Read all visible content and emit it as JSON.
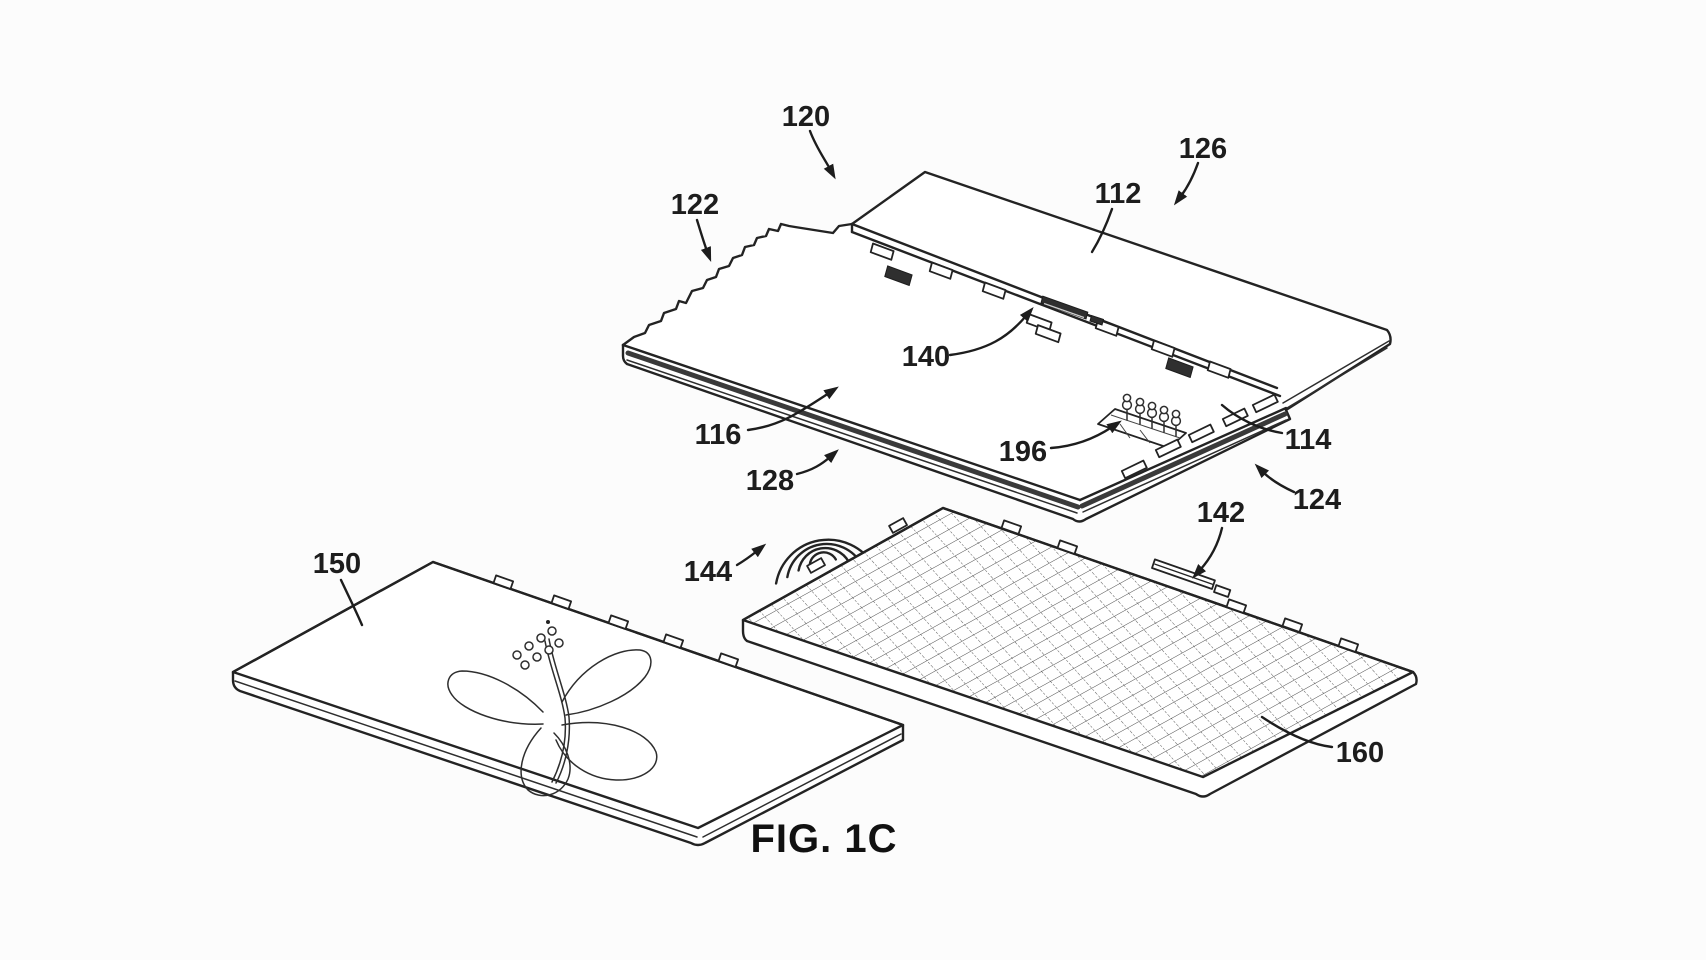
{
  "figure": {
    "caption": "FIG. 1C"
  },
  "colors": {
    "ink": "#232323",
    "background": "#fcfcfc"
  },
  "icons": [
    {
      "name": "wireless-signal-icon"
    },
    {
      "name": "flower-illustration"
    }
  ],
  "reference_labels": [
    {
      "ref": "120"
    },
    {
      "ref": "122"
    },
    {
      "ref": "126"
    },
    {
      "ref": "112"
    },
    {
      "ref": "140"
    },
    {
      "ref": "116"
    },
    {
      "ref": "128"
    },
    {
      "ref": "196"
    },
    {
      "ref": "114"
    },
    {
      "ref": "124"
    },
    {
      "ref": "144"
    },
    {
      "ref": "142"
    },
    {
      "ref": "150"
    },
    {
      "ref": "160"
    }
  ]
}
